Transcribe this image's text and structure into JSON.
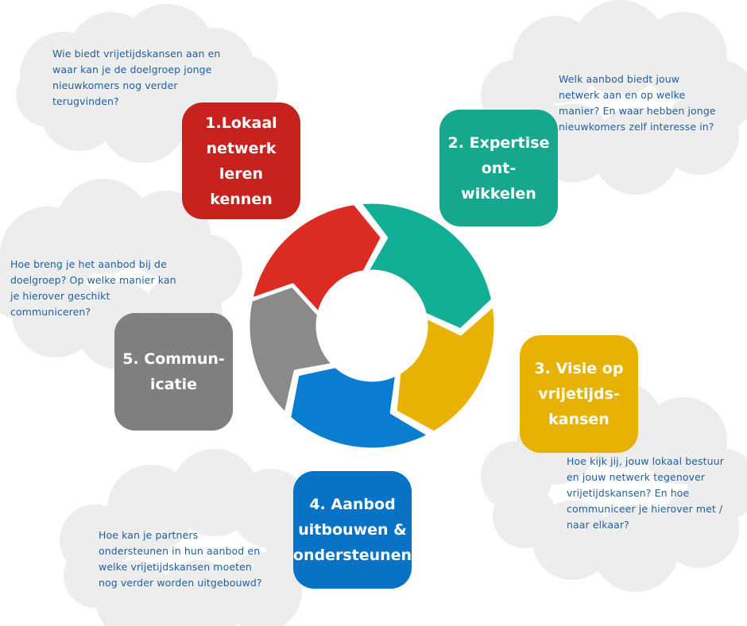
{
  "steps": [
    {
      "id": "1",
      "lines": [
        "1.Lokaal",
        "netwerk",
        "leren",
        "kennen"
      ],
      "color": "#c8221f"
    },
    {
      "id": "2",
      "lines": [
        "2. Expertise",
        "ont-",
        "wikkelen"
      ],
      "color": "#16a88f"
    },
    {
      "id": "3",
      "lines": [
        "3. Visie op",
        "vrijetijds-",
        "kansen"
      ],
      "color": "#e7b100"
    },
    {
      "id": "4",
      "lines": [
        "4. Aanbod",
        "uitbouwen &",
        "ondersteunen"
      ],
      "color": "#0873c4"
    },
    {
      "id": "5",
      "lines": [
        "5. Commun-",
        "icatie"
      ],
      "color": "#7f7f7f"
    }
  ],
  "questions": {
    "q1": [
      "Wie biedt vrijetijdskansen aan en",
      "waar kan je de doelgroep jonge",
      "nieuwkomers nog verder",
      "terugvinden?"
    ],
    "q2": [
      "Welk aanbod biedt jouw",
      "netwerk aan en op welke",
      "manier? En waar hebben jonge",
      "nieuwkomers zelf interesse in?"
    ],
    "q3": [
      "Hoe kijk jij, jouw lokaal bestuur",
      "en jouw netwerk tegenover",
      "vrijetijdskansen? En hoe",
      "communiceer je hierover met /",
      "naar elkaar?"
    ],
    "q4": [
      "Hoe kan je partners",
      "ondersteunen in hun aanbod en",
      "welke vrijetijdskansen moeten",
      "nog verder worden uitgebouwd?"
    ],
    "q5": [
      "Hoe breng je het aanbod bij de",
      "doelgroep? Op welke manier kan",
      "je hierover geschikt",
      "communiceren?"
    ]
  },
  "cycle_colors": [
    "#dc2b22",
    "#12ae95",
    "#e9b202",
    "#0a7dd1",
    "#8a8a8a"
  ],
  "cloud_color": "#ededee"
}
